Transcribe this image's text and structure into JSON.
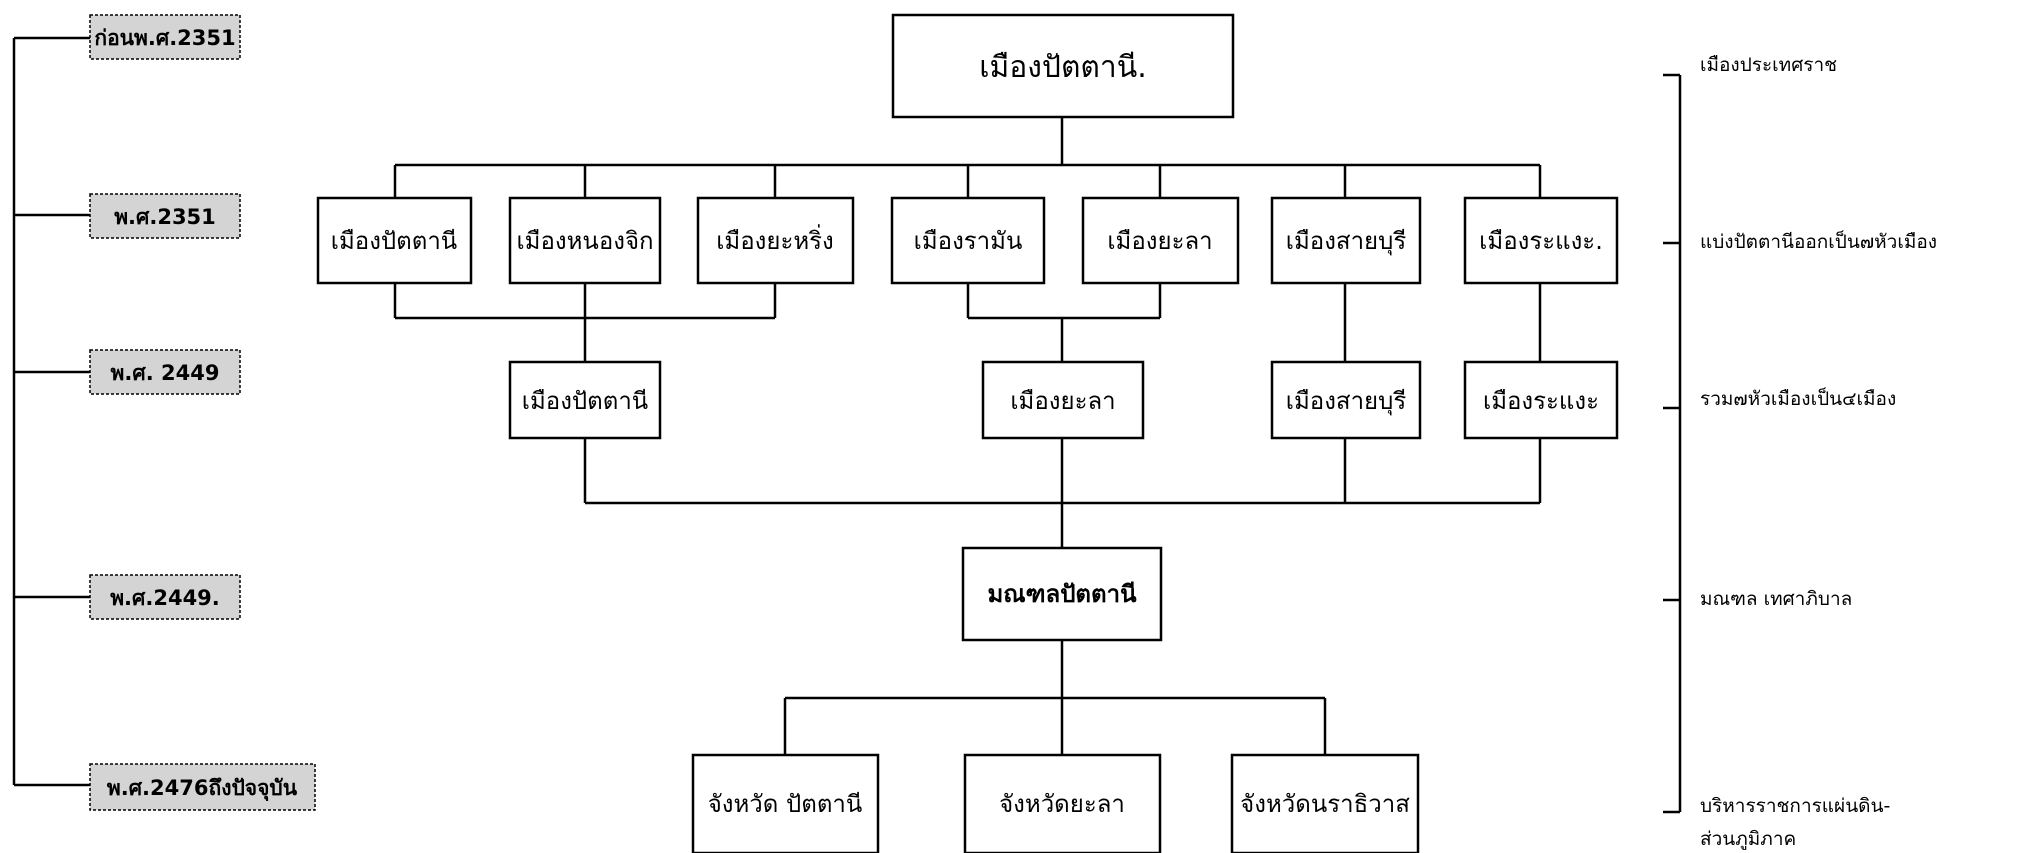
{
  "eras": [
    "ก่อนพ.ศ.2351",
    "พ.ศ.2351",
    "พ.ศ. 2449",
    "พ.ศ.2449.",
    "พ.ศ.2476ถึงปัจจุบัน"
  ],
  "level0": {
    "title": "เมืองปัตตานี."
  },
  "level1": [
    "เมืองปัตตานี",
    "เมืองหนองจิก",
    "เมืองยะหริ่ง",
    "เมืองรามัน",
    "เมืองยะลา",
    "เมืองสายบุรี",
    "เมืองระแงะ."
  ],
  "level2": [
    "เมืองปัตตานี",
    "เมืองยะลา",
    "เมืองสายบุรี",
    "เมืองระแงะ"
  ],
  "level3": {
    "title": "มณฑลปัตตานี"
  },
  "level4": [
    "จังหวัด ปัตตานี",
    "จังหวัดยะลา",
    "จังหวัดนราธิวาส"
  ],
  "descriptions": [
    "เมืองประเทศราช",
    "แบ่งปัตตานีออกเป็น๗หัวเมือง",
    "รวม๗หัวเมืองเป็น๔เมือง",
    "มณฑล เทศาภิบาล",
    "บริหารราชการแผ่นดิน-",
    "ส่วนภูมิภาค"
  ]
}
